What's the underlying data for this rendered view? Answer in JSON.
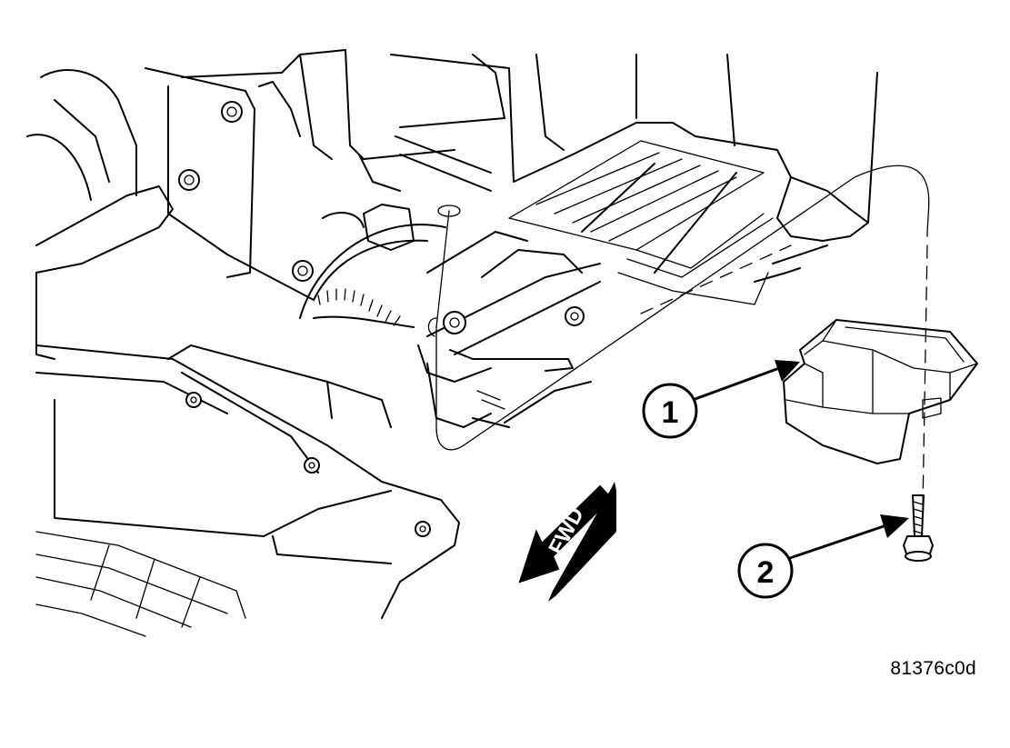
{
  "callouts": [
    {
      "number": "1"
    },
    {
      "number": "2"
    }
  ],
  "direction_arrow": {
    "label": "FWD"
  },
  "figure_id": "81376c0d"
}
